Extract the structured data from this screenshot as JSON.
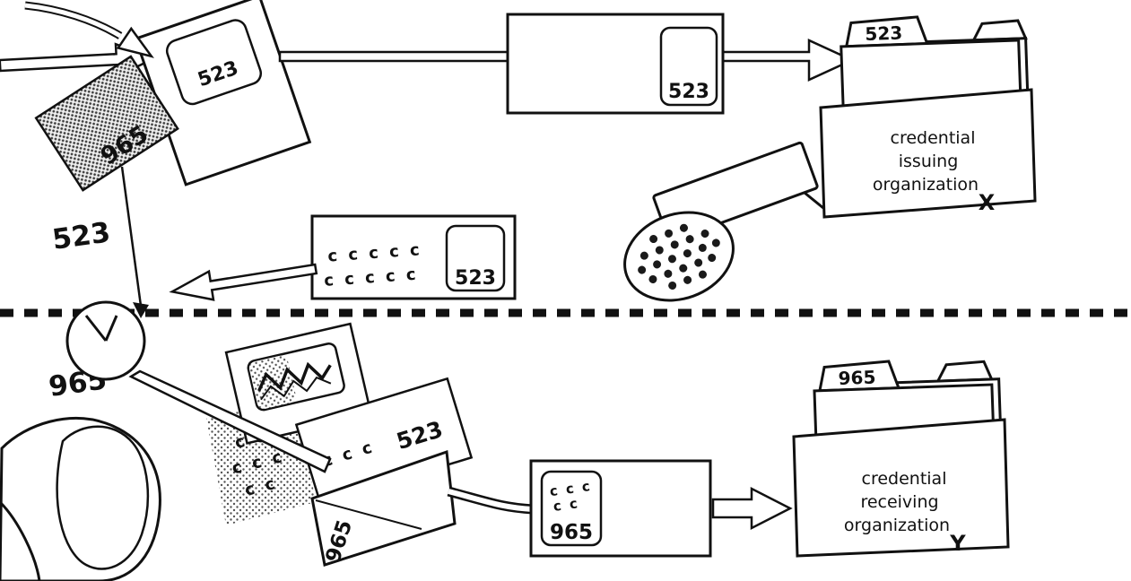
{
  "figure": {
    "pseudonym_top": "523",
    "pseudonym_bottom": "965",
    "top_flow": {
      "blank_card_number": "965",
      "entry_envelope_window_number": "523",
      "mailed_envelope_window_number": "523",
      "issuing_box": {
        "folder_tab_number": "523",
        "label_line1": "credential",
        "label_line2": "issuing",
        "label_line3": "organization",
        "org_letter": "X"
      },
      "signed_envelope": {
        "signature_row1": "c c c c c",
        "signature_row2": "c c c c c",
        "window_number": "523"
      }
    },
    "bottom_flow": {
      "torn_card_signatures": {
        "row1": "c c",
        "row2": "c c c",
        "row3": "c c"
      },
      "signed_slip": {
        "signature_row": "c c c",
        "number": "523"
      },
      "new_envelope_number": "965",
      "outgoing_envelope": {
        "signature_row1": "c c c",
        "signature_row2": "c c",
        "window_number": "965"
      },
      "receiving_box": {
        "folder_tab_number": "965",
        "label_line1": "credential",
        "label_line2": "receiving",
        "label_line3": "organization",
        "org_letter": "Y"
      }
    }
  }
}
